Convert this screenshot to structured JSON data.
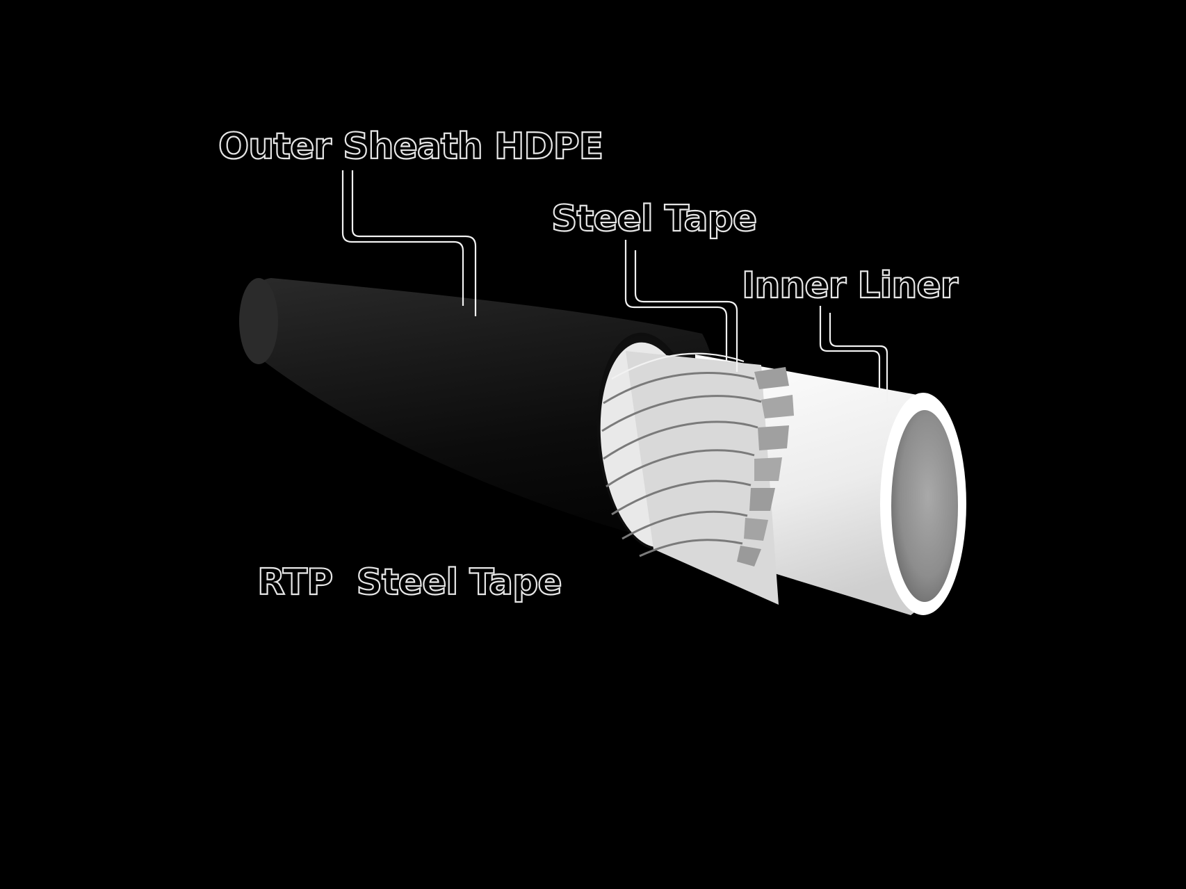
{
  "labels": {
    "outer_sheath": "Outer Sheath HDPE",
    "steel_tape": "Steel Tape",
    "inner_liner": "Inner Liner",
    "caption": "RTP  Steel Tape"
  },
  "colors": {
    "background": "#000000",
    "outer_sheath": "#141414",
    "steel_tape": "#b9b9b9",
    "inner_liner": "#f2f2f2",
    "label_outline": "#e6e6e6"
  }
}
